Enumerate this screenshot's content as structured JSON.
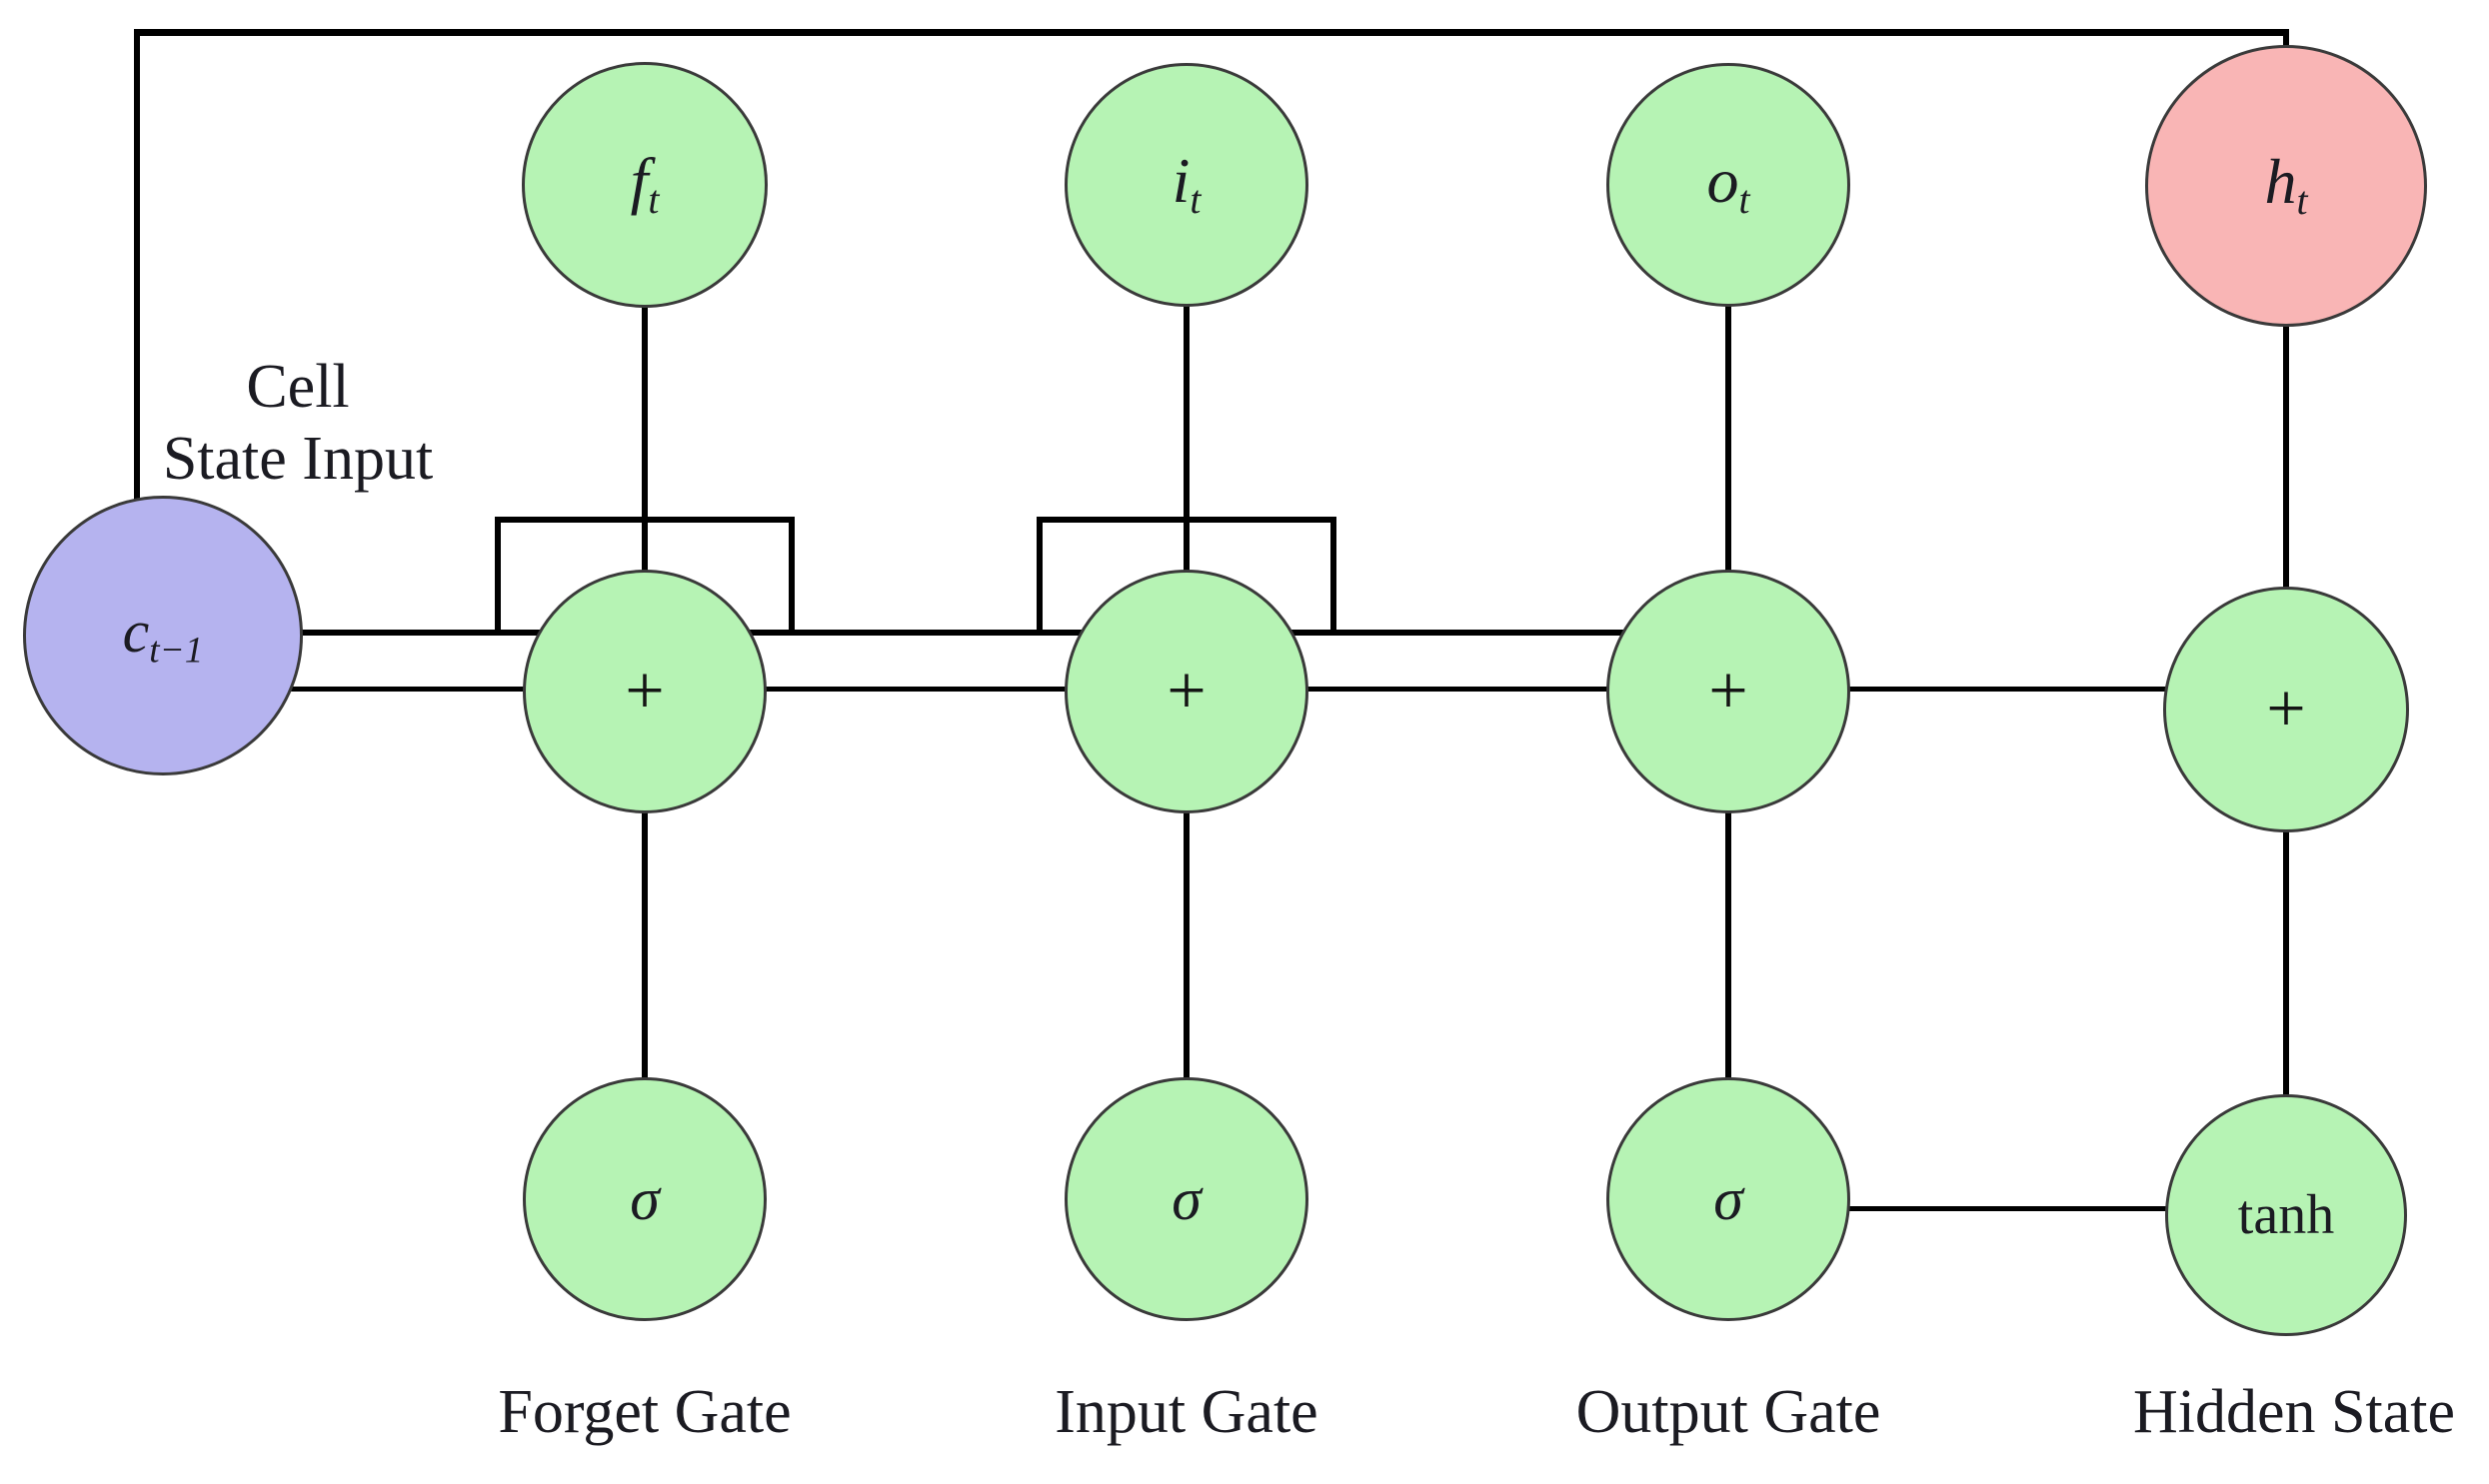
{
  "colors": {
    "gate_fill": "#b6f3b4",
    "state_input_fill": "#b5b3ef",
    "hidden_fill": "#f9b5b5",
    "node_stroke": "#3a3a3a",
    "line": "#000000",
    "text": "#1b1b22"
  },
  "nodes": {
    "forget_top": {
      "base": "f",
      "sub": "t"
    },
    "input_top": {
      "base": "i",
      "sub": "t"
    },
    "output_top": {
      "base": "o",
      "sub": "t"
    },
    "hidden_top": {
      "base": "h",
      "sub": "t"
    },
    "cell_state": {
      "base": "c",
      "sub": "t−1"
    },
    "plus": "+",
    "sigma": "σ",
    "tanh": "tanh"
  },
  "labels": {
    "cell_state_line1": "Cell",
    "cell_state_line2": "State Input",
    "forget": "Forget Gate",
    "input": "Input Gate",
    "output": "Output Gate",
    "hidden": "Hidden State"
  }
}
